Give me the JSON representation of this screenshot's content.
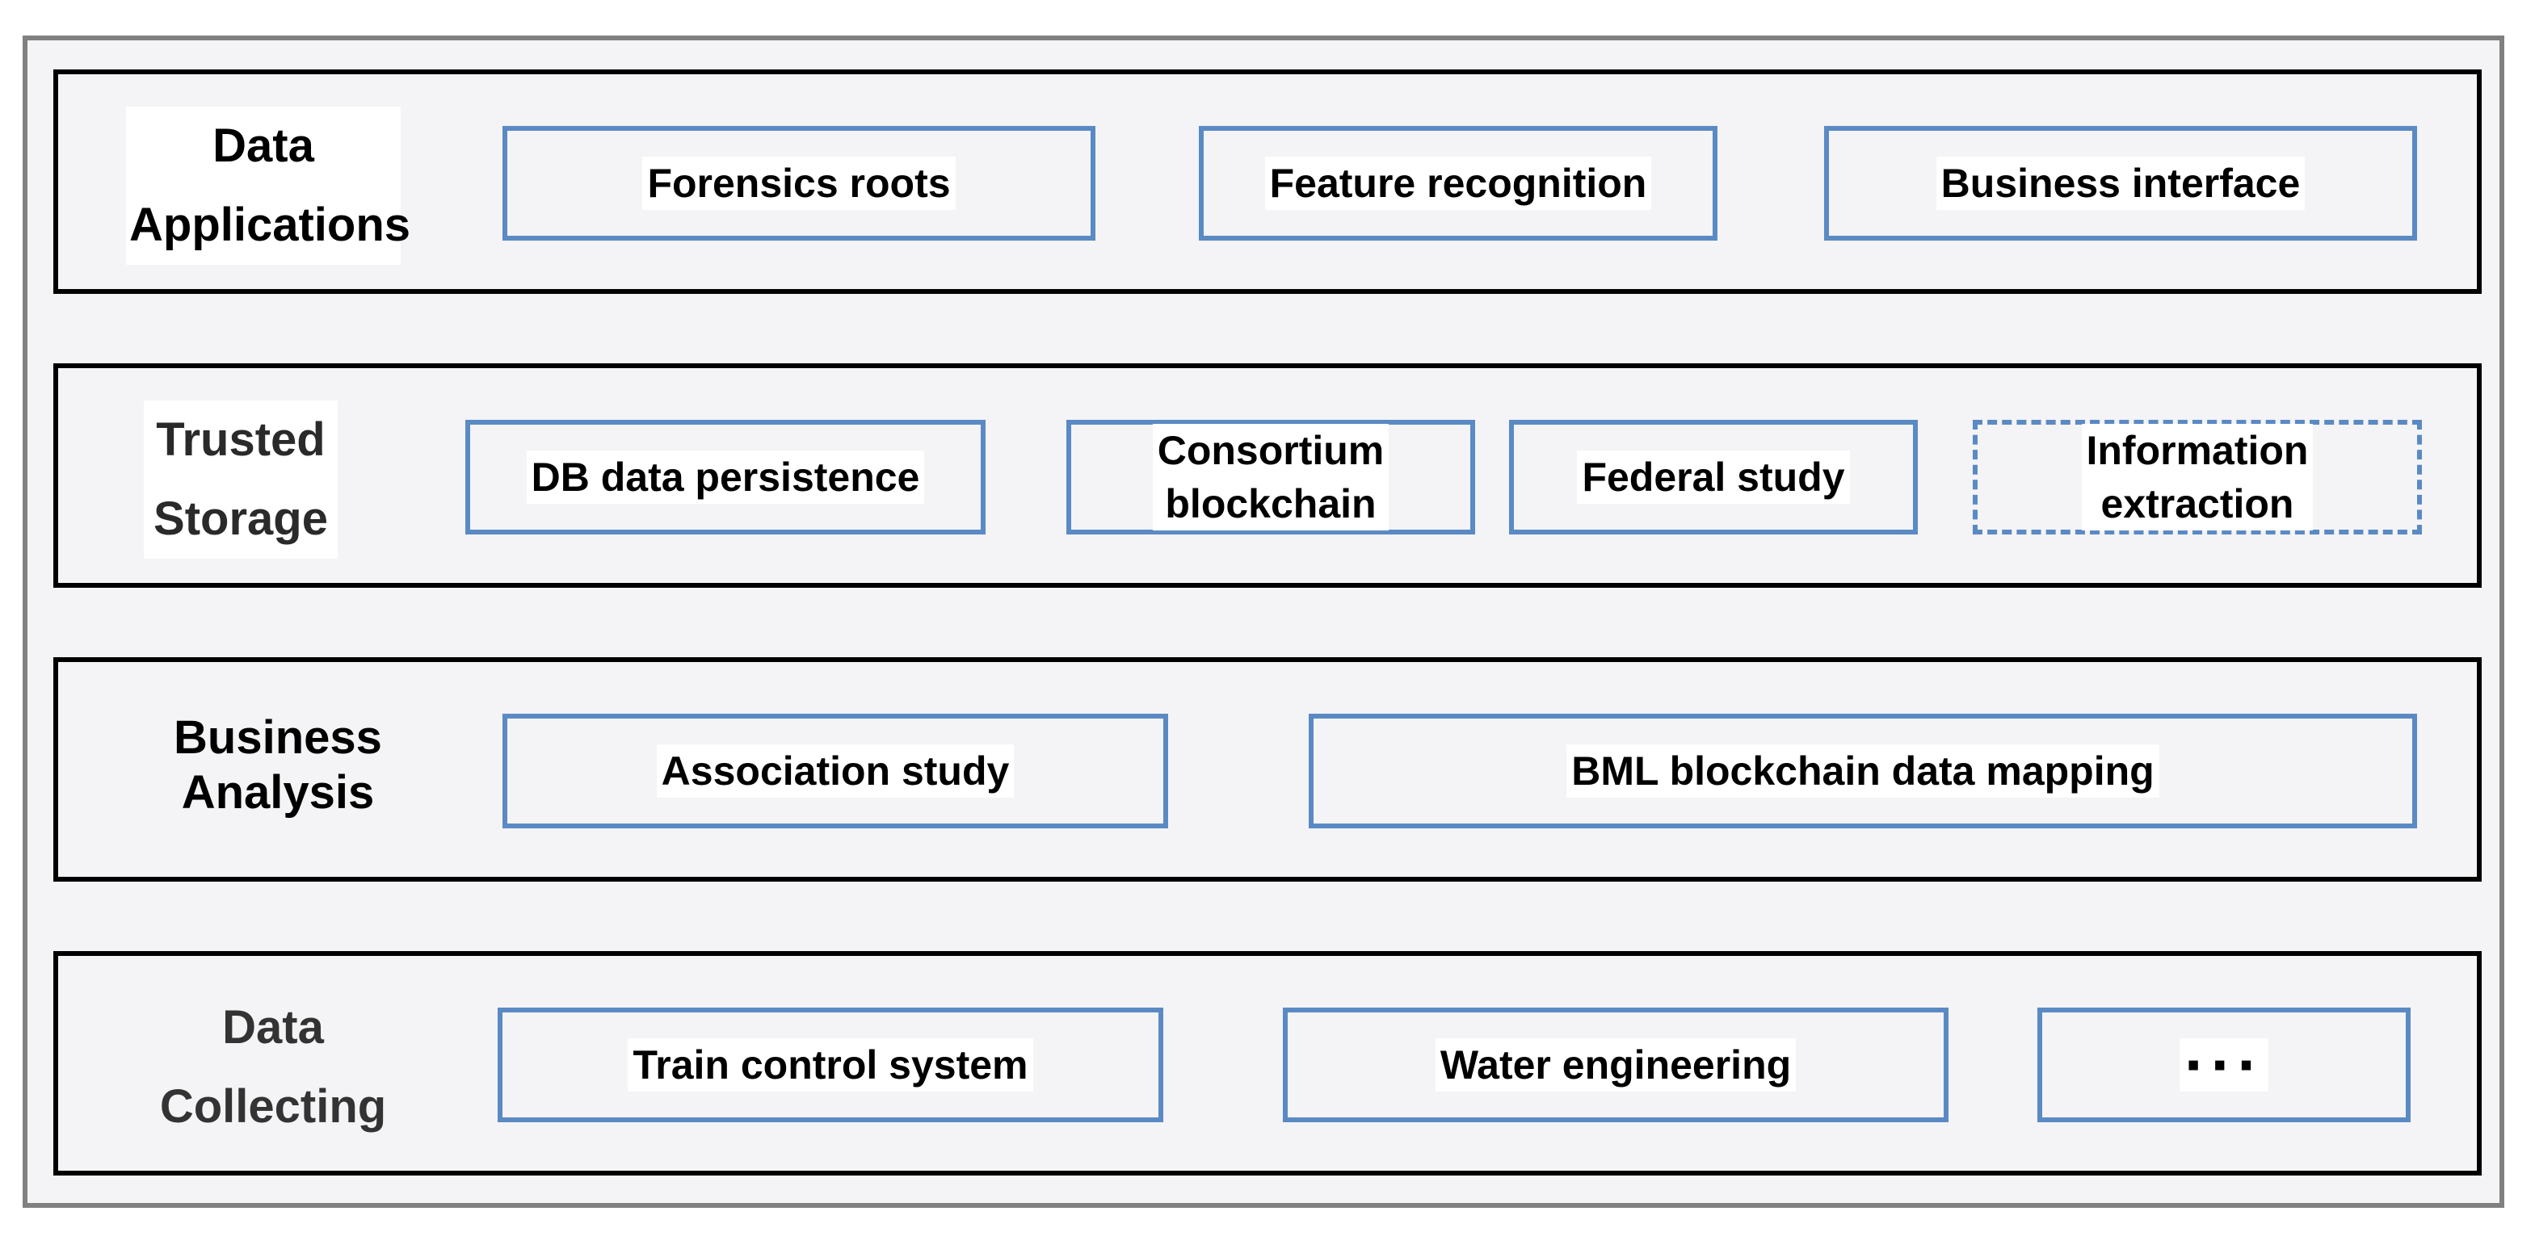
{
  "layers": [
    {
      "title_line1": "Data",
      "title_line2": "Applications",
      "modules": [
        "Forensics roots",
        "Feature recognition",
        "Business interface"
      ]
    },
    {
      "title_line1": "Trusted",
      "title_line2": "Storage",
      "modules": [
        "DB data persistence",
        "Consortium blockchain",
        "Federal study",
        "Information extraction"
      ],
      "module_lines": {
        "consortium_line1": "Consortium",
        "consortium_line2": "blockchain",
        "information_line1": "Information",
        "information_line2": "extraction"
      }
    },
    {
      "title_line1": "Business",
      "title_line2": "Analysis",
      "modules": [
        "Association study",
        "BML blockchain data mapping"
      ]
    },
    {
      "title_line1": "Data",
      "title_line2": "Collecting",
      "modules": [
        "Train control system",
        "Water engineering",
        "···"
      ]
    }
  ],
  "colors": {
    "outer_frame": "#808080",
    "layer_border": "#000000",
    "module_border": "#5a8ac4",
    "background": "#f4f3f5"
  }
}
